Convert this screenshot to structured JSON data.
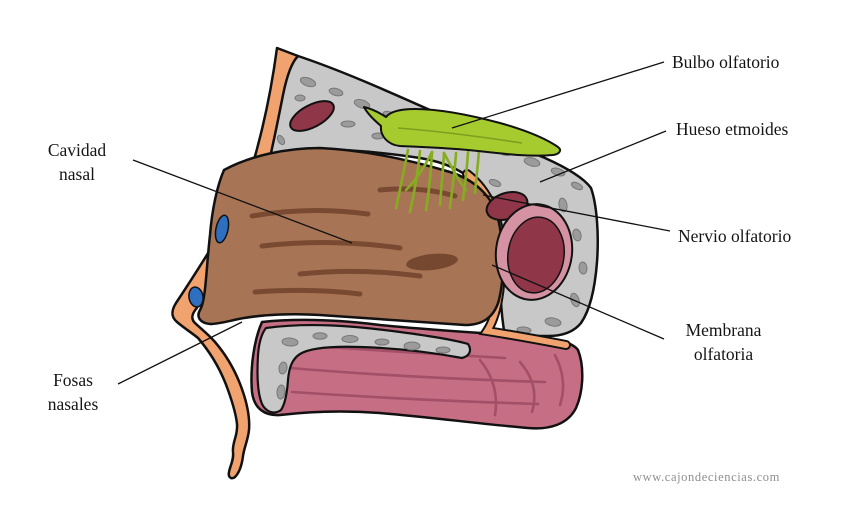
{
  "figure": {
    "type": "anatomical-diagram",
    "subject": "Seccion sagital de la nariz / sistema olfativo",
    "labels": {
      "bulbo_olfatorio": {
        "lines": [
          "Bulbo olfatorio"
        ]
      },
      "hueso_etmoides": {
        "lines": [
          "Hueso etmoides"
        ]
      },
      "nervio_olfatorio": {
        "lines": [
          "Nervio olfatorio"
        ]
      },
      "cavidad_nasal": {
        "lines": [
          "Cavidad",
          "nasal"
        ]
      },
      "membrana_olfatoria": {
        "lines": [
          "Membrana",
          "olfatoria"
        ]
      },
      "fosas_nasales": {
        "lines": [
          "Fosas",
          "nasales"
        ]
      }
    },
    "watermark": "www.cajondeciencias.com",
    "colors": {
      "skin": "#F0A26F",
      "bone": "#C8C8C8",
      "bone_speckle": "#9B9B9B",
      "cavity": "#A87456",
      "cavity_streak": "#74462E",
      "mucosa_pink": "#C56E84",
      "mucosa_streak": "#9C4A62",
      "blood": "#8F3648",
      "blood_ring": "#D492A3",
      "bulb_green": "#A6CB2F",
      "nerve_green": "#86AC1F",
      "vein_blue": "#2F6FC0",
      "outline": "#111111"
    }
  }
}
